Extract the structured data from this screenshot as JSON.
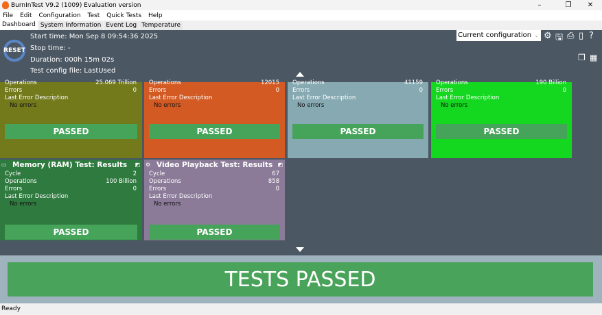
{
  "window": {
    "title": "BurnInTest V9.2 (1009) Evaluation version"
  },
  "menu": [
    "File",
    "Edit",
    "Configuration",
    "Test",
    "Quick Tests",
    "Help"
  ],
  "tabs": [
    "Dashboard",
    "System Information",
    "Event Log",
    "Temperature"
  ],
  "info": {
    "reset": "RESET",
    "start": "Start time: Mon Sep  8 09:54:36 2025",
    "stop": "Stop time: -",
    "duration": "Duration: 000h 15m 02s",
    "config": "Test config file: LastUsed"
  },
  "config_select": "Current configuration",
  "labels": {
    "cycle": "Cycle",
    "operations": "Operations",
    "errors": "Errors",
    "last_error": "Last Error Description",
    "no_errors": "No errors",
    "passed": "PASSED"
  },
  "top_cards": [
    {
      "operations": "25.069 Trillion",
      "errors": "0",
      "color": "#727a1c"
    },
    {
      "operations": "12015",
      "errors": "0",
      "color": "#d35b23"
    },
    {
      "operations": "41159",
      "errors": "0",
      "color": "#86a9b2"
    },
    {
      "operations": "190 Billion",
      "errors": "0",
      "color": "#13d81f"
    }
  ],
  "bottom_cards": [
    {
      "title": "Memory (RAM) Test: Results",
      "cycle": "2",
      "operations": "100 Billion",
      "errors": "0",
      "color": "#2f7a3f"
    },
    {
      "title": "Video Playback Test: Results",
      "cycle": "67",
      "operations": "858",
      "errors": "0",
      "color": "#8b7b99"
    }
  ],
  "result": "TESTS PASSED",
  "status": "Ready"
}
